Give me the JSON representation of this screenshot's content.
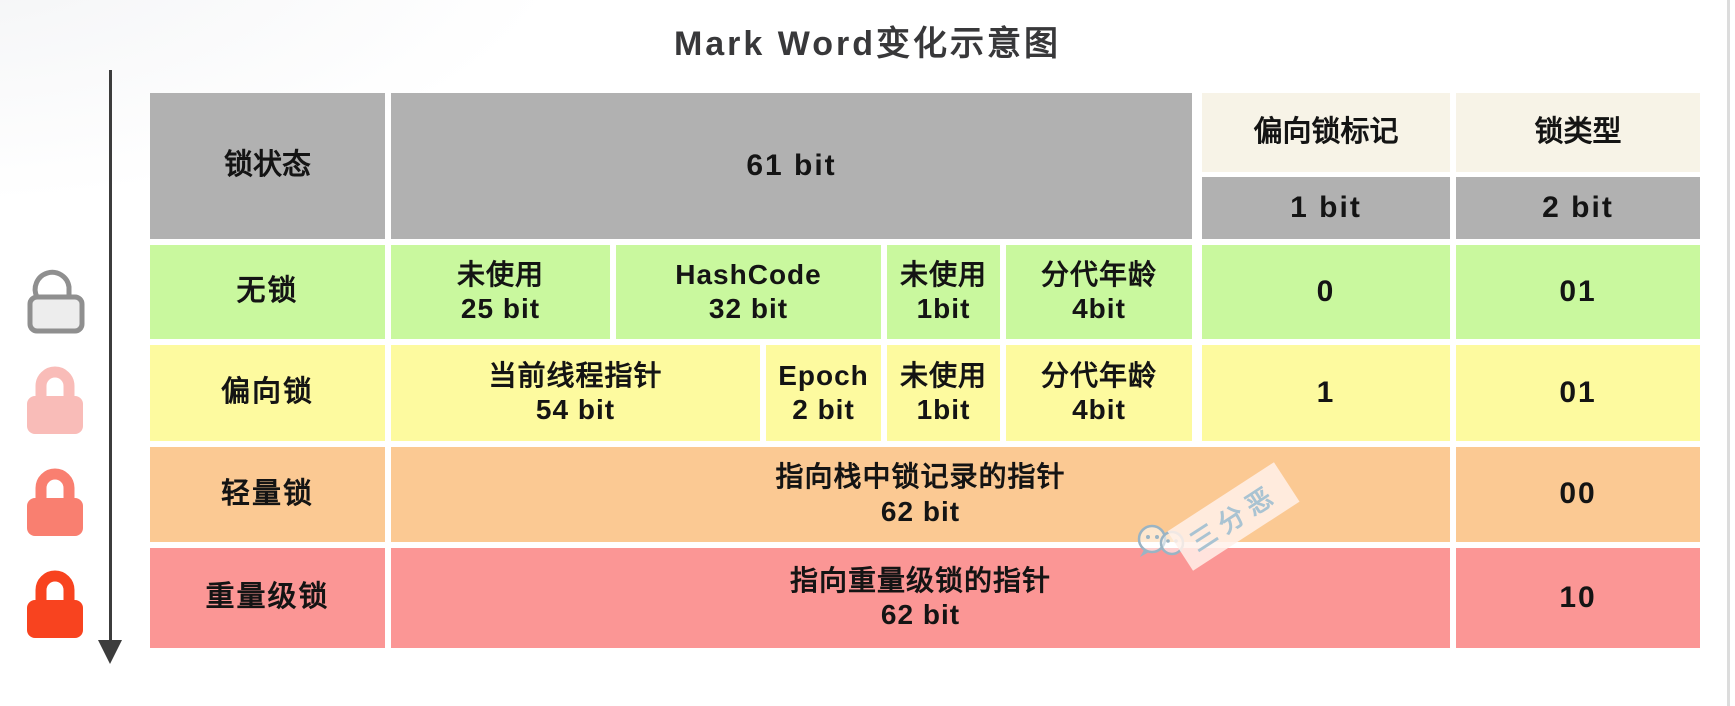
{
  "title": "Mark Word变化示意图",
  "watermark": {
    "text": "三分恶"
  },
  "left_rail": {
    "arrow_icon": "down-arrow-icon",
    "locks": [
      {
        "icon": "unlocked-icon",
        "state": "无锁",
        "color": "#9b9b9b"
      },
      {
        "icon": "biased-lock-icon",
        "state": "偏向锁",
        "color": "#f9bcb8"
      },
      {
        "icon": "lightweight-lock-icon",
        "state": "轻量锁",
        "color": "#f97f70"
      },
      {
        "icon": "heavyweight-lock-icon",
        "state": "重量级锁",
        "color": "#f8431f"
      }
    ]
  },
  "table": {
    "header": {
      "col_state": "锁状态",
      "col_61bit": "61 bit",
      "col_bias_flag": {
        "label": "偏向锁标记",
        "bits": "1 bit"
      },
      "col_lock_type": {
        "label": "锁类型",
        "bits": "2 bit"
      }
    },
    "rows": [
      {
        "state": "无锁",
        "fields": [
          {
            "line1": "未使用",
            "line2": "25 bit"
          },
          {
            "line1": "HashCode",
            "line2": "32 bit"
          },
          {
            "line1": "未使用",
            "line2": "1bit"
          },
          {
            "line1": "分代年龄",
            "line2": "4bit"
          }
        ],
        "bias_flag": "0",
        "lock_type": "01"
      },
      {
        "state": "偏向锁",
        "fields": [
          {
            "line1": "当前线程指针",
            "line2": "54 bit"
          },
          {
            "line1": "Epoch",
            "line2": "2 bit"
          },
          {
            "line1": "未使用",
            "line2": "1bit"
          },
          {
            "line1": "分代年龄",
            "line2": "4bit"
          }
        ],
        "bias_flag": "1",
        "lock_type": "01"
      },
      {
        "state": "轻量锁",
        "pointer": {
          "line1": "指向栈中锁记录的指针",
          "line2": "62 bit"
        },
        "lock_type": "00"
      },
      {
        "state": "重量级锁",
        "pointer": {
          "line1": "指向重量级锁的指针",
          "line2": "62 bit"
        },
        "lock_type": "10"
      }
    ]
  },
  "colors": {
    "header_gray": "#b1b1b1",
    "header_cream": "#f7f3e7",
    "row_no_lock_green": "#c9f89e",
    "row_biased_yellow": "#fdfa9f",
    "row_lightweight_orange": "#fbc993",
    "row_heavyweight_red": "#fb9695",
    "arrow": "#3c3c3c",
    "watermark_text": "#a9c3d2"
  }
}
